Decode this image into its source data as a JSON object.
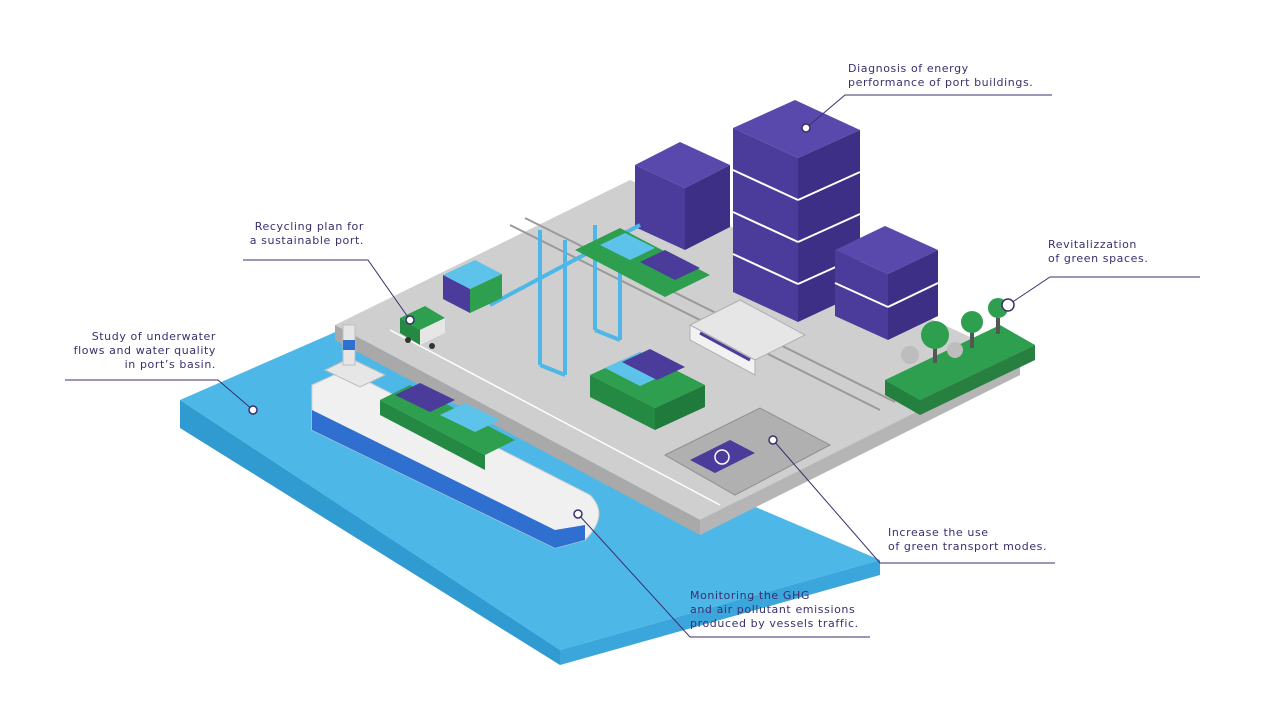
{
  "callouts": {
    "energy": {
      "line1": "Diagnosis of energy",
      "line2": "performance of port buildings."
    },
    "recycling": {
      "line1": "Recycling plan for",
      "line2": "a sustainable port."
    },
    "green_spaces": {
      "line1": "Revitalizzation",
      "line2": "of green spaces."
    },
    "underwater": {
      "line1": "Study of underwater",
      "line2": "flows and water quality",
      "line3": "in port’s basin."
    },
    "transport": {
      "line1": "Increase the use",
      "line2": "of green transport modes."
    },
    "emissions": {
      "line1": "Monitoring the GHG",
      "line2": "and air pollutant emissions",
      "line3": "produced by vessels traffic."
    }
  },
  "colors": {
    "text": "#3b2f6e",
    "water": "#4db8e8",
    "water_dark": "#2f9bd0",
    "quay": "#c9c9c9",
    "quay_side": "#a9a9a9",
    "building": "#4b3b9a",
    "container_green": "#2e9e4f",
    "container_blue": "#5ec3ea",
    "container_purple": "#4b3b9a",
    "crane": "#4db8e8"
  },
  "icons": [
    "recycling-truck-icon",
    "electric-charging-icon",
    "tree-icon"
  ]
}
